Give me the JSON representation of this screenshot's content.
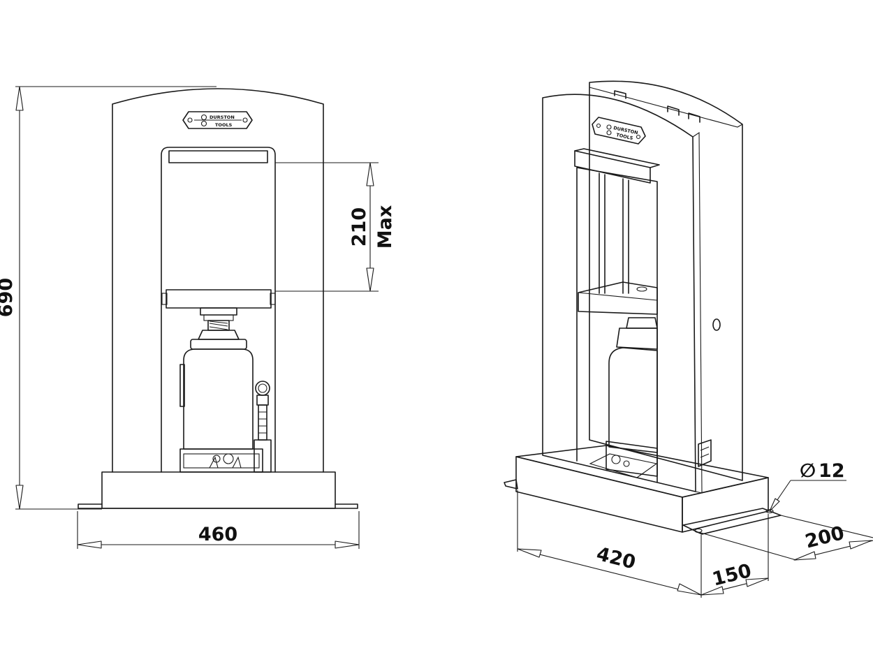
{
  "logo": {
    "line1": "DURSTON",
    "line2": "TOOLS"
  },
  "dimensions": {
    "overall_height": "690",
    "stroke_value": "210",
    "stroke_suffix": "Max",
    "front_width": "460",
    "base_length": "420",
    "base_depth": "150",
    "hole_spacing": "200",
    "hole_diameter": "12",
    "diameter_symbol": "∅"
  }
}
